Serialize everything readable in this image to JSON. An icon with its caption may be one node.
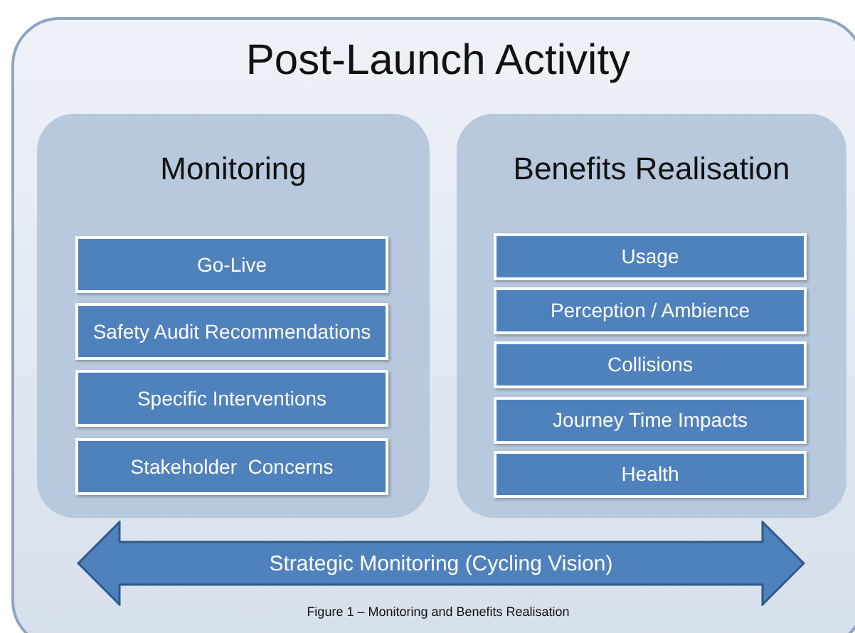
{
  "diagram": {
    "caption": "Figure 1 – Monitoring and Benefits Realisation",
    "nodes": [
      {
        "text": [
          "Post-Launch Activity"
        ]
      },
      {
        "text": [
          "Monitoring"
        ],
        "in": 0
      },
      {
        "text": [
          "Go-Live"
        ],
        "in": 1
      },
      {
        "text": [
          "Safety Audit Recommendations"
        ],
        "in": 1
      },
      {
        "text": [
          "Specific Interventions"
        ],
        "in": 1
      },
      {
        "text": [
          "Stakeholder  Concerns"
        ],
        "in": 1
      },
      {
        "text": [
          "Benefits Realisation"
        ],
        "in": 0
      },
      {
        "text": [
          "Usage"
        ],
        "in": 6
      },
      {
        "text": [
          "Perception / Ambience"
        ],
        "in": 6
      },
      {
        "text": [
          "Collisions"
        ],
        "in": 6
      },
      {
        "text": [
          "Journey Time Impacts"
        ],
        "in": 6
      },
      {
        "text": [
          "Health"
        ],
        "in": 6
      },
      {
        "text": [
          "Strategic Monitoring (Cycling Vision)"
        ],
        "in": 0
      }
    ],
    "edges": []
  }
}
